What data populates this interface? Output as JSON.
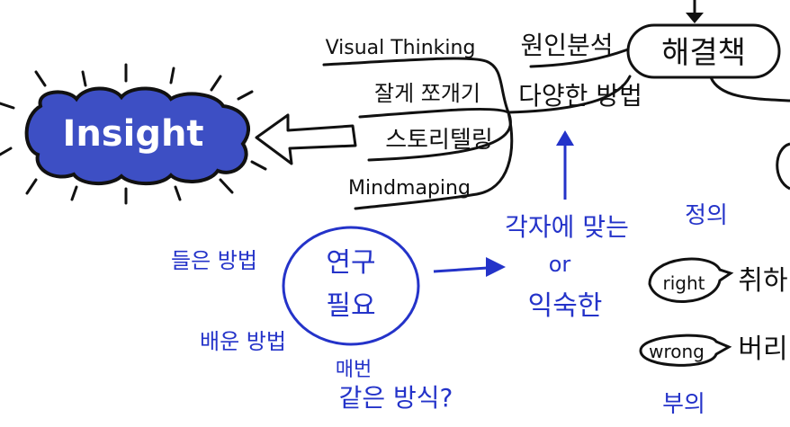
{
  "colors": {
    "ink": "#111111",
    "accent": "#2433c9",
    "cloud_fill": "#3d4fc4",
    "cloud_text": "#ffffff"
  },
  "nodes": {
    "insight": "Insight",
    "solution": "해결책",
    "cause_analysis": "원인분석",
    "diverse_methods": "다양한 방법",
    "visual_thinking": "Visual Thinking",
    "break_down": "잘게 쪼개기",
    "storytelling": "스토리텔링",
    "mindmapping": "Mindmaping",
    "need_research": {
      "line1": "연구",
      "line2": "필요"
    },
    "heard_method": "들은 방법",
    "learned_method": "배운 방법",
    "every_time": {
      "line1": "매번",
      "line2": "같은 방식?"
    },
    "fit_or_familiar": {
      "line1": "각자에 맞는",
      "line2": "or",
      "line3": "익숙한"
    },
    "definition": "정의",
    "negation": "부의",
    "right": "right",
    "wrong": "wrong",
    "take": "취하",
    "discard": "버리"
  }
}
